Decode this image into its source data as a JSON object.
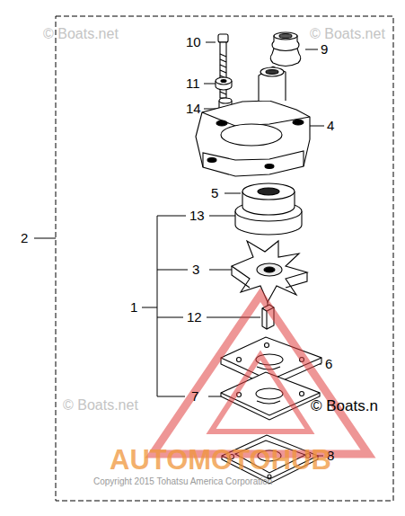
{
  "diagram": {
    "labels": [
      "© Boats.net",
      "© Boats.net",
      "10",
      "9",
      "11",
      "14",
      "4",
      "5",
      "13",
      "2",
      "3",
      "1",
      "12",
      "6",
      "7",
      "© Boats.net",
      "© Boats.n",
      "8",
      "AUTOMOTOHUB",
      "Copyright 2015 Tohatsu America Corporation"
    ]
  }
}
